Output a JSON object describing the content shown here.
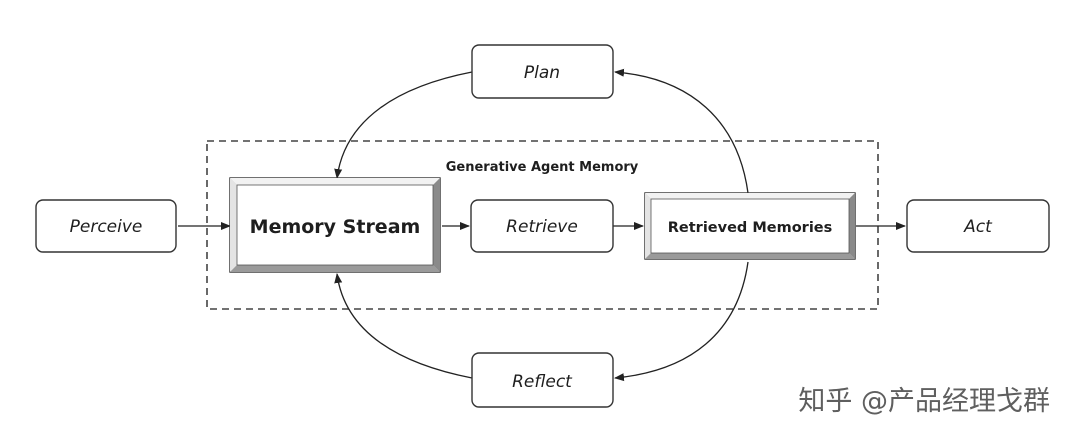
{
  "diagram": {
    "group_label": "Generative Agent Memory",
    "nodes": {
      "perceive": "Perceive",
      "memory_stream": "Memory Stream",
      "retrieve": "Retrieve",
      "retrieved_memories": "Retrieved Memories",
      "act": "Act",
      "plan": "Plan",
      "reflect": "Reflect"
    }
  },
  "watermark": "知乎 @产品经理戈群"
}
